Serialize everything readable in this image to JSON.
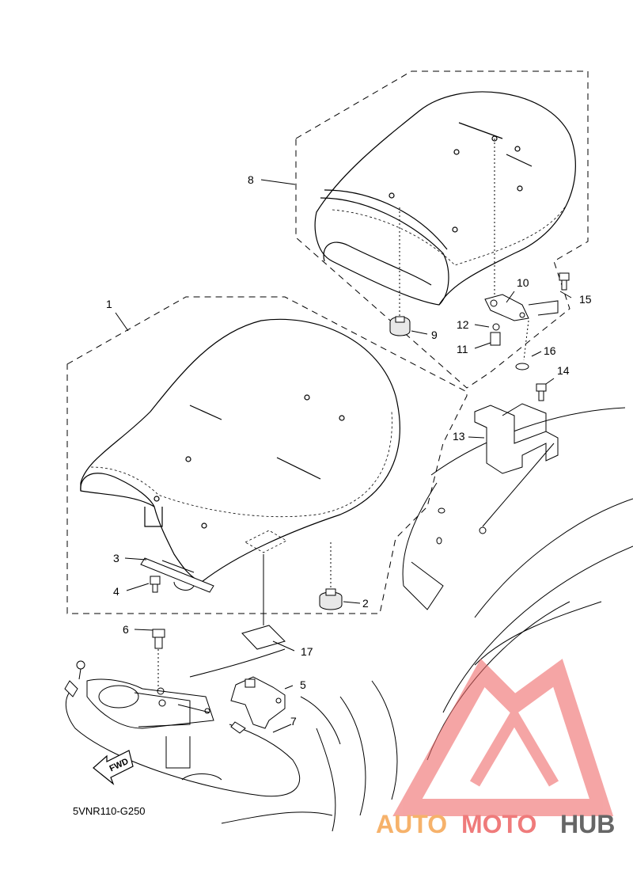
{
  "diagram": {
    "code": "5VNR110-G250",
    "fwd_label": "FWD",
    "callouts": [
      "1",
      "2",
      "3",
      "4",
      "5",
      "6",
      "7",
      "8",
      "9",
      "10",
      "11",
      "12",
      "13",
      "14",
      "15",
      "16",
      "17"
    ]
  },
  "watermark": {
    "part1": "AUTO",
    "part2": "MOTO",
    "part3": "HUB",
    "colors": {
      "auto": "#f6b26b",
      "moto": "#ef7b7b",
      "hub": "#666666"
    }
  }
}
